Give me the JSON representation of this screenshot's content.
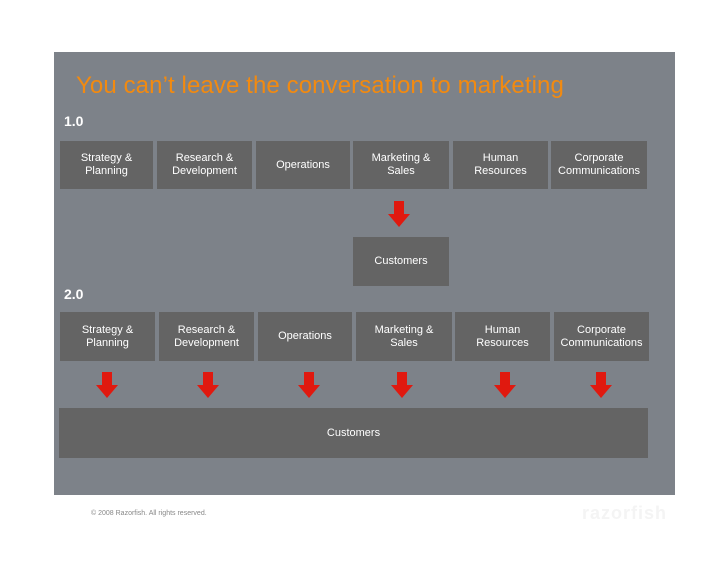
{
  "title": "You can’t leave the conversation to marketing",
  "v1": {
    "label": "1.0",
    "departments": [
      "Strategy &\nPlanning",
      "Research &\nDevelopment",
      "Operations",
      "Marketing &\nSales",
      "Human\nResources",
      "Corporate\nCommunications"
    ],
    "customers": "Customers"
  },
  "v2": {
    "label": "2.0",
    "departments": [
      "Strategy &\nPlanning",
      "Research &\nDevelopment",
      "Operations",
      "Marketing &\nSales",
      "Human\nResources",
      "Corporate\nCommunications"
    ],
    "customers": "Customers"
  },
  "footer": "© 2008 Razorfish. All rights reserved.",
  "brand": "razorfish",
  "colors": {
    "title": "#f28a10",
    "slide_bg": "#7d8289",
    "box_bg": "#646464",
    "arrow": "#e0190f"
  }
}
